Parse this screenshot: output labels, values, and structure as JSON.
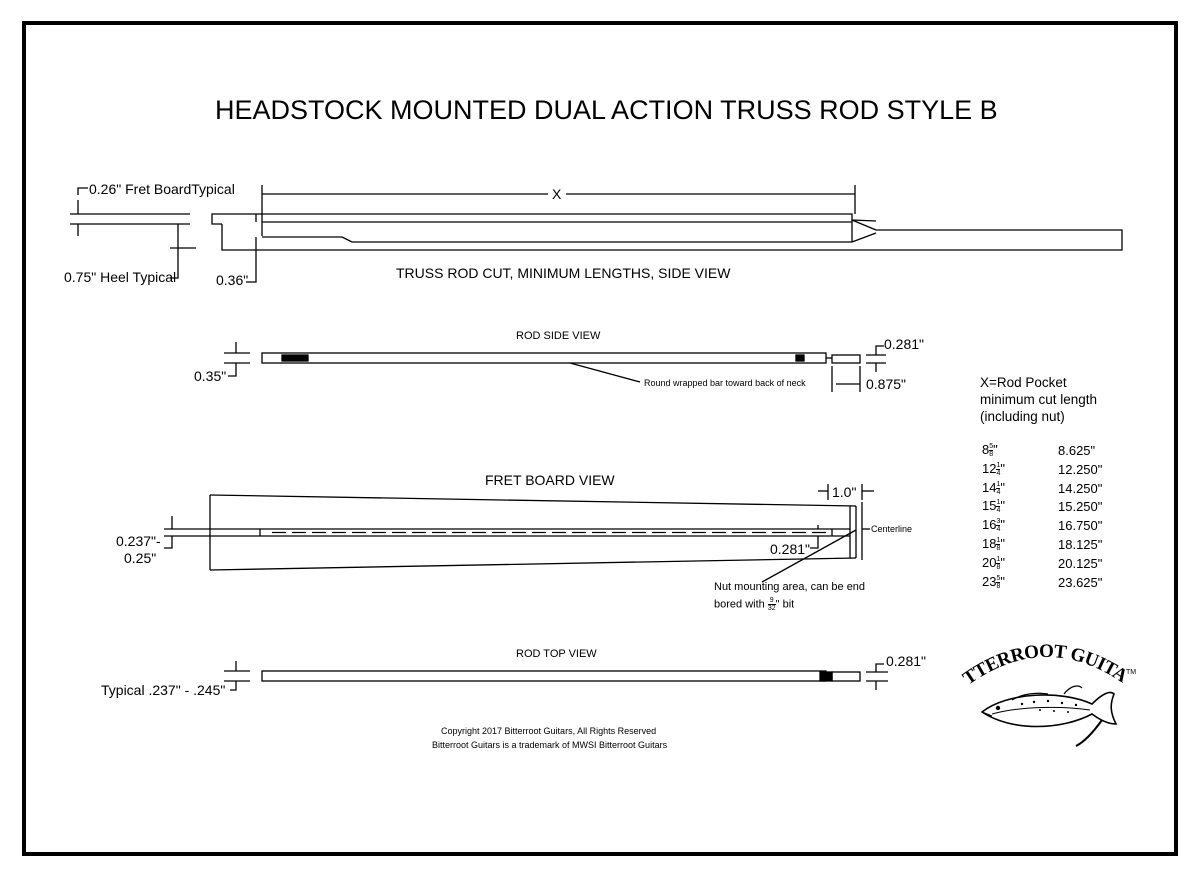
{
  "title": "HEADSTOCK MOUNTED DUAL ACTION TRUSS ROD STYLE B",
  "side_view": {
    "fretboard_label": "0.26\" Fret BoardTypical",
    "x_label": "X",
    "heel_label": "0.75\" Heel Typical",
    "dim_036": "0.36\"",
    "caption": "TRUSS ROD CUT, MINIMUM LENGTHS, SIDE VIEW"
  },
  "rod_side_view": {
    "caption": "ROD SIDE VIEW",
    "dim_035": "0.35\"",
    "dim_0281": "0.281\"",
    "dim_0875": "0.875\"",
    "note": "Round wrapped bar toward back of neck"
  },
  "fret_board_view": {
    "caption": "FRET BOARD VIEW",
    "dim_10": "1.0\"",
    "centerline": "Centerline",
    "dim_0237": "0.237\"-",
    "dim_025": "0.25\"",
    "dim_0281": "0.281\"",
    "nut_note_1": "Nut mounting area, can be end",
    "nut_note_2_pre": "bored with",
    "nut_frac_num": "9",
    "nut_frac_den": "32",
    "nut_note_2_post": "\" bit"
  },
  "rod_top_view": {
    "caption": "ROD TOP VIEW",
    "typical": "Typical .237\" - .245\"",
    "dim_0281": "0.281\""
  },
  "legend": {
    "line1": "X=Rod Pocket",
    "line2": "minimum cut length",
    "line3": "(including nut)",
    "rows": [
      {
        "whole": "8",
        "num": "5",
        "den": "8",
        "decimal": "8.625\""
      },
      {
        "whole": "12",
        "num": "1",
        "den": "4",
        "decimal": "12.250\""
      },
      {
        "whole": "14",
        "num": "1",
        "den": "4",
        "decimal": "14.250\""
      },
      {
        "whole": "15",
        "num": "1",
        "den": "4",
        "decimal": "15.250\""
      },
      {
        "whole": "16",
        "num": "3",
        "den": "4",
        "decimal": "16.750\""
      },
      {
        "whole": "18",
        "num": "1",
        "den": "8",
        "decimal": "18.125\""
      },
      {
        "whole": "20",
        "num": "1",
        "den": "8",
        "decimal": "20.125\""
      },
      {
        "whole": "23",
        "num": "5",
        "den": "8",
        "decimal": "23.625\""
      }
    ]
  },
  "logo": {
    "text": "BITTERROOT GUITARS",
    "tm": "TM",
    "image": "trout-fish-logo"
  },
  "copyright": {
    "line1": "Copyright 2017 Bitterroot Guitars, All Rights Reserved",
    "line2": "Bitterroot Guitars is a trademark of MWSI Bitterroot Guitars"
  }
}
